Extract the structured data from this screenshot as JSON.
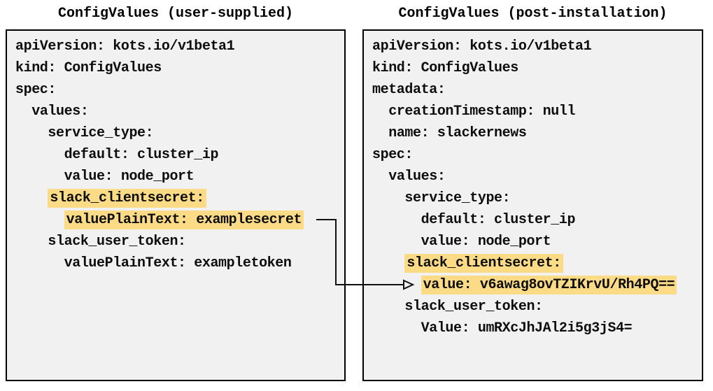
{
  "colors": {
    "panel_bg": "#f1f1f1",
    "panel_border": "#000000",
    "highlight": "#fbdb85",
    "text": "#0d0d0d",
    "arrow": "#111111"
  },
  "panels": [
    {
      "id": "user-supplied",
      "title": "ConfigValues (user-supplied)",
      "lines": [
        {
          "indent": 0,
          "text": "apiVersion: kots.io/v1beta1",
          "highlight": false
        },
        {
          "indent": 0,
          "text": "kind: ConfigValues",
          "highlight": false
        },
        {
          "indent": 0,
          "text": "spec:",
          "highlight": false
        },
        {
          "indent": 2,
          "text": "values:",
          "highlight": false
        },
        {
          "indent": 4,
          "text": "service_type:",
          "highlight": false
        },
        {
          "indent": 6,
          "text": "default: cluster_ip",
          "highlight": false
        },
        {
          "indent": 6,
          "text": "value: node_port",
          "highlight": false
        },
        {
          "indent": 4,
          "text": "slack_clientsecret:",
          "highlight": true
        },
        {
          "indent": 6,
          "text": "valuePlainText: examplesecret",
          "highlight": true
        },
        {
          "indent": 4,
          "text": "slack_user_token:",
          "highlight": false
        },
        {
          "indent": 6,
          "text": "valuePlainText: exampletoken",
          "highlight": false
        }
      ]
    },
    {
      "id": "post-installation",
      "title": "ConfigValues (post-installation)",
      "lines": [
        {
          "indent": 0,
          "text": "apiVersion: kots.io/v1beta1",
          "highlight": false
        },
        {
          "indent": 0,
          "text": "kind: ConfigValues",
          "highlight": false
        },
        {
          "indent": 0,
          "text": "metadata:",
          "highlight": false
        },
        {
          "indent": 2,
          "text": "creationTimestamp: null",
          "highlight": false
        },
        {
          "indent": 2,
          "text": "name: slackernews",
          "highlight": false
        },
        {
          "indent": 0,
          "text": "spec:",
          "highlight": false
        },
        {
          "indent": 2,
          "text": "values:",
          "highlight": false
        },
        {
          "indent": 4,
          "text": "service_type:",
          "highlight": false
        },
        {
          "indent": 6,
          "text": "default: cluster_ip",
          "highlight": false
        },
        {
          "indent": 6,
          "text": "value: node_port",
          "highlight": false
        },
        {
          "indent": 4,
          "text": "slack_clientsecret:",
          "highlight": true
        },
        {
          "indent": 6,
          "text": "value: v6awag8ovTZIKrvU/Rh4PQ==",
          "highlight": true
        },
        {
          "indent": 4,
          "text": "slack_user_token:",
          "highlight": false
        },
        {
          "indent": 6,
          "text": "Value: umRXcJhJAl2i5g3jS4=",
          "highlight": false
        }
      ]
    }
  ],
  "arrow": {
    "from": "valuePlainText: examplesecret",
    "to": "value: v6awag8ovTZIKrvU/Rh4PQ==",
    "color": "#111111"
  }
}
